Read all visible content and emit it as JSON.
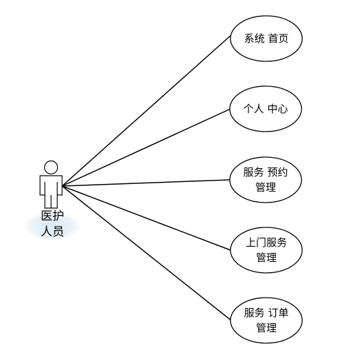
{
  "actor": {
    "label_lines": [
      "医护",
      "人员"
    ]
  },
  "use_cases": [
    {
      "label_lines": [
        "系统 首页"
      ]
    },
    {
      "label_lines": [
        "个人 中心"
      ]
    },
    {
      "label_lines": [
        "服务 预约",
        "管理"
      ]
    },
    {
      "label_lines": [
        "上门服务",
        "管理"
      ]
    },
    {
      "label_lines": [
        "服务 订单",
        "管理"
      ]
    }
  ],
  "colors": {
    "stroke": "#000000",
    "fill": "#ffffff",
    "label_glow": "#dbe9f5"
  }
}
